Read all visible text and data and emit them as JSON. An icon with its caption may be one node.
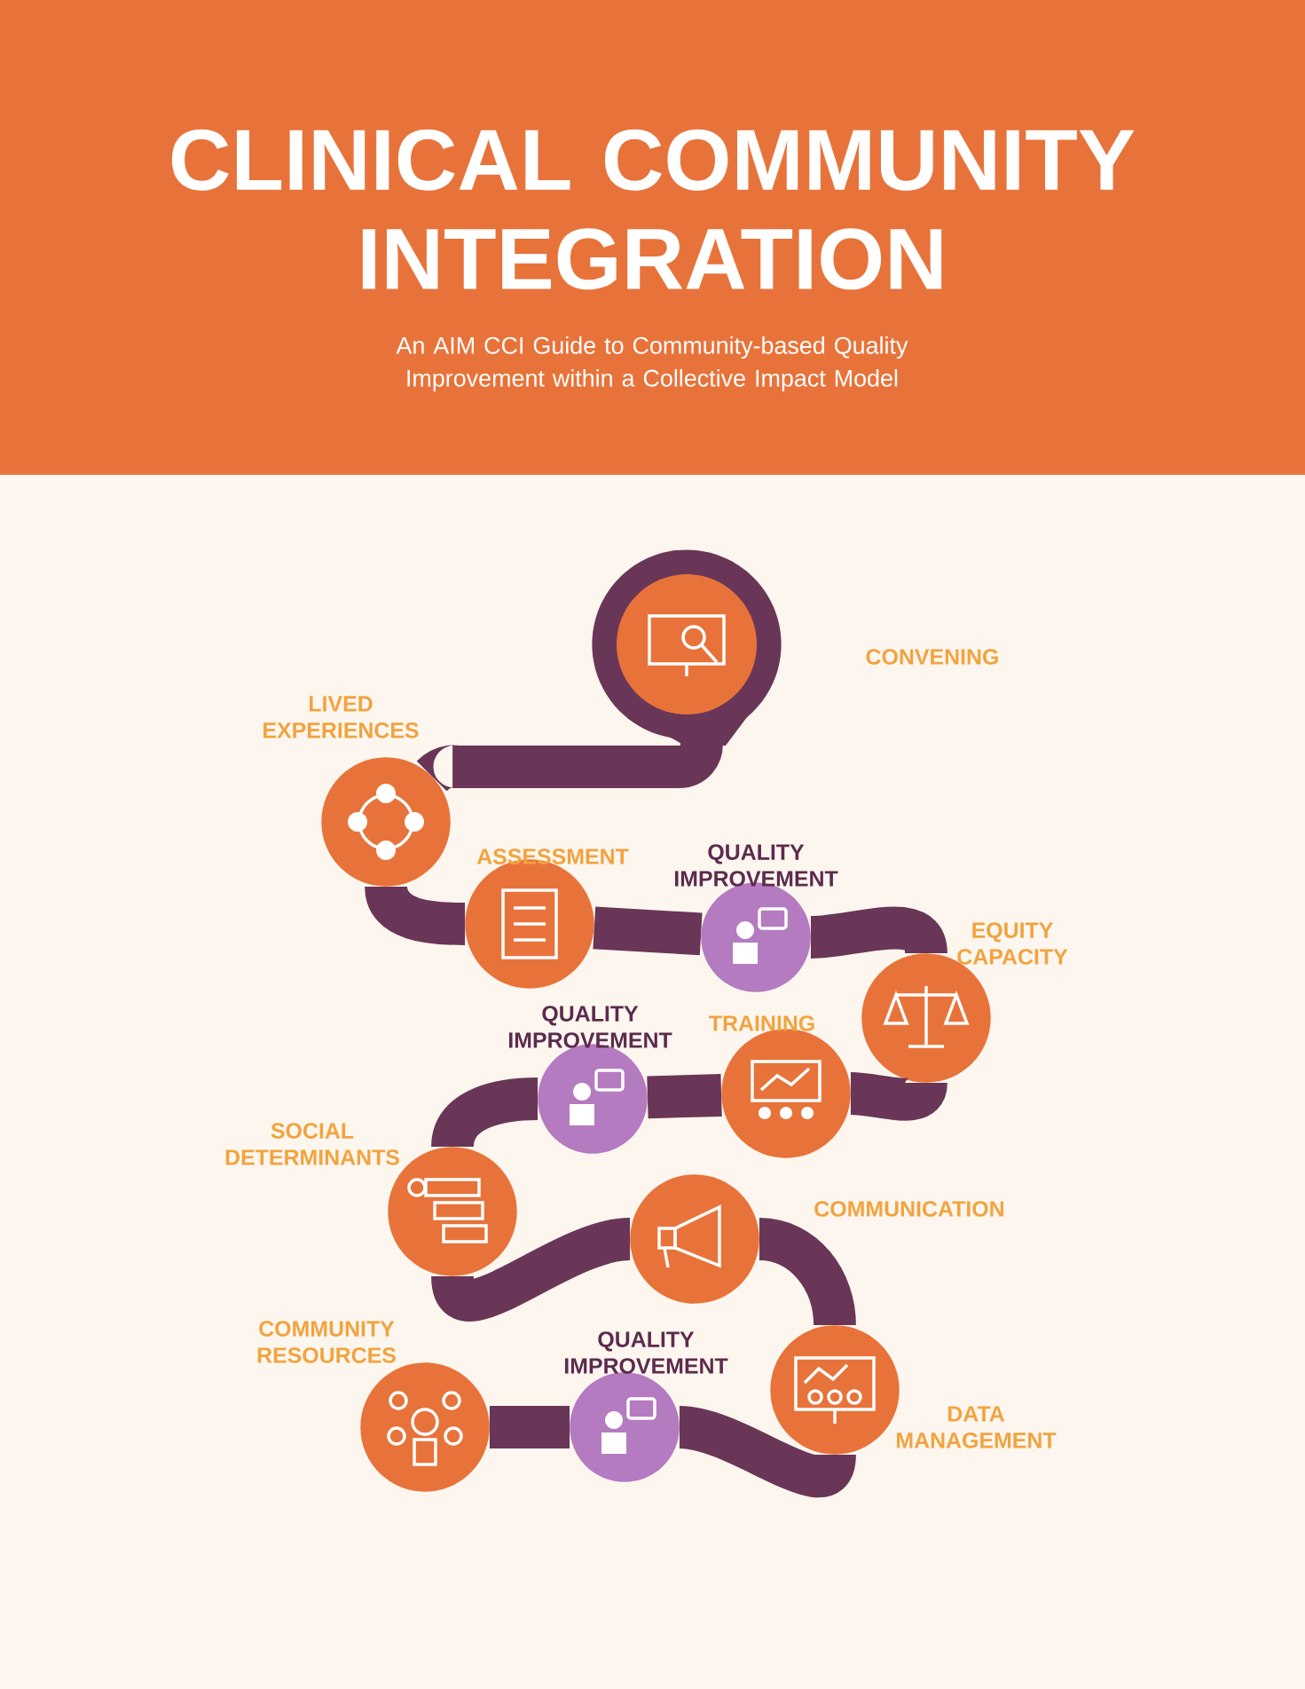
{
  "diagram": {
    "title": "CLINICAL COMMUNITY INTEGRATION",
    "nodes": [
      {
        "text": [
          "CONVENING"
        ]
      },
      {
        "text": [
          "LIVED EXPERIENCES"
        ]
      },
      {
        "text": [
          "ASSESSMENT"
        ]
      },
      {
        "text": [
          "QUALITY IMPROVEMENT"
        ]
      },
      {
        "text": [
          "EQUITY CAPACITY"
        ]
      },
      {
        "text": [
          "TRAINING"
        ]
      },
      {
        "text": [
          "QUALITY IMPROVEMENT"
        ]
      },
      {
        "text": [
          "SOCIAL DETERMINANTS"
        ]
      },
      {
        "text": [
          "COMMUNICATION"
        ]
      },
      {
        "text": [
          "DATA MANAGEMENT"
        ]
      },
      {
        "text": [
          "QUALITY IMPROVEMENT"
        ]
      },
      {
        "text": [
          "COMMUNITY RESOURCES"
        ]
      }
    ],
    "edges": [
      {
        "from": 0,
        "to": 1,
        "arrow": "none"
      },
      {
        "from": 1,
        "to": 2,
        "arrow": "none"
      },
      {
        "from": 2,
        "to": 3,
        "arrow": "none"
      },
      {
        "from": 3,
        "to": 4,
        "arrow": "none"
      },
      {
        "from": 4,
        "to": 5,
        "arrow": "none"
      },
      {
        "from": 5,
        "to": 6,
        "arrow": "none"
      },
      {
        "from": 6,
        "to": 7,
        "arrow": "none"
      },
      {
        "from": 7,
        "to": 8,
        "arrow": "none"
      },
      {
        "from": 8,
        "to": 9,
        "arrow": "none"
      },
      {
        "from": 9,
        "to": 10,
        "arrow": "none"
      },
      {
        "from": 10,
        "to": 11,
        "arrow": "none"
      }
    ],
    "labels": [
      "An AIM CCI Guide to Community-based Quality Improvement within a Collective Impact Model"
    ]
  }
}
